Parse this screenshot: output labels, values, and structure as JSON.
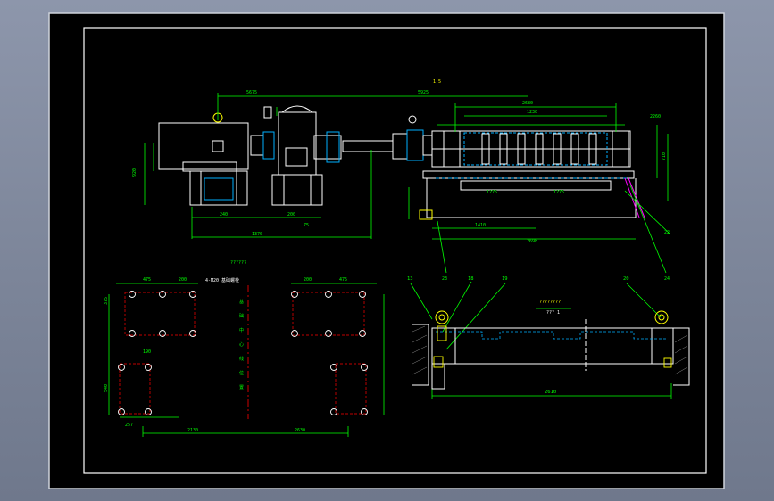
{
  "colors": {
    "background": "#000000",
    "frame": "#ffffff",
    "dimension": "#00ff00",
    "centerline": "#ff0000",
    "hidden": "#00b0ff",
    "part": "#ffffff",
    "accent": "#ff00ff",
    "note": "#ffff00"
  },
  "labels": {
    "tag_13": "13",
    "tag_18": "18",
    "tag_19": "19",
    "tag_20": "20",
    "tag_22": "22",
    "tag_23": "23",
    "tag_24": "24",
    "dim_total_lower": "2610",
    "dim_base_left": "1370",
    "dim_base_right": "2698",
    "dim_plan_left": "2130",
    "dim_plan_right": "2630"
  }
}
